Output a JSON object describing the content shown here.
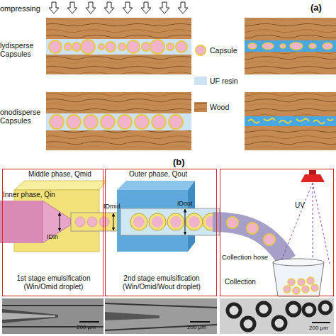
{
  "diagram": {
    "nodes": [
      {
        "text": [
          "1st stage emulsification (Win/Omid droplet)"
        ]
      },
      {
        "text": [
          "2nd stage emulsification (Win/Omid/Wout droplet)"
        ]
      },
      {
        "text": [
          "Collection"
        ]
      }
    ],
    "labels": [
      "ompressing",
      "(a)",
      "lydisperse Capsules",
      "onodisperse Capsules",
      "(b)",
      "Middle phase, Qmid",
      "Inner phase, Qin",
      "IDin",
      "Outer phase, Qout",
      "IDmid",
      "IDout",
      "Collection hose",
      "UV",
      "200 μm",
      "200 μm",
      "200 μm"
    ],
    "legend": [
      {
        "text": "Capsule"
      },
      {
        "text": "UF resin",
        "color": "#cde2f2"
      },
      {
        "text": "Wood"
      }
    ]
  }
}
